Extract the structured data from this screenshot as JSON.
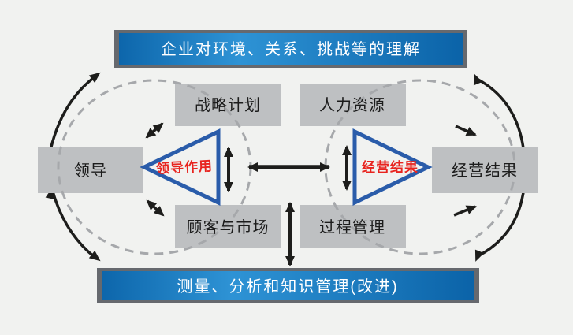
{
  "diagram": {
    "top_banner": "企业对环境、关系、挑战等的理解",
    "bottom_banner": "测量、分析和知识管理(改进)",
    "boxes": {
      "leadership": "领导",
      "strategic_planning": "战略计划",
      "human_resources": "人力资源",
      "customers_markets": "顾客与市场",
      "process_management": "过程管理",
      "business_results": "经营结果"
    },
    "triangles": {
      "left_label": "领导作用",
      "right_label": "经营结果"
    },
    "colors": {
      "background": "#f1f2f0",
      "bar_border_gray": "#66696e",
      "bar_blue": "#1173bd",
      "box_gray": "#bec0c2",
      "triangle_blue": "#2a5caa",
      "accent_red": "#e8241f",
      "arrow_black": "#1d1d1b",
      "dashed_gray": "#a6a8ab"
    }
  }
}
